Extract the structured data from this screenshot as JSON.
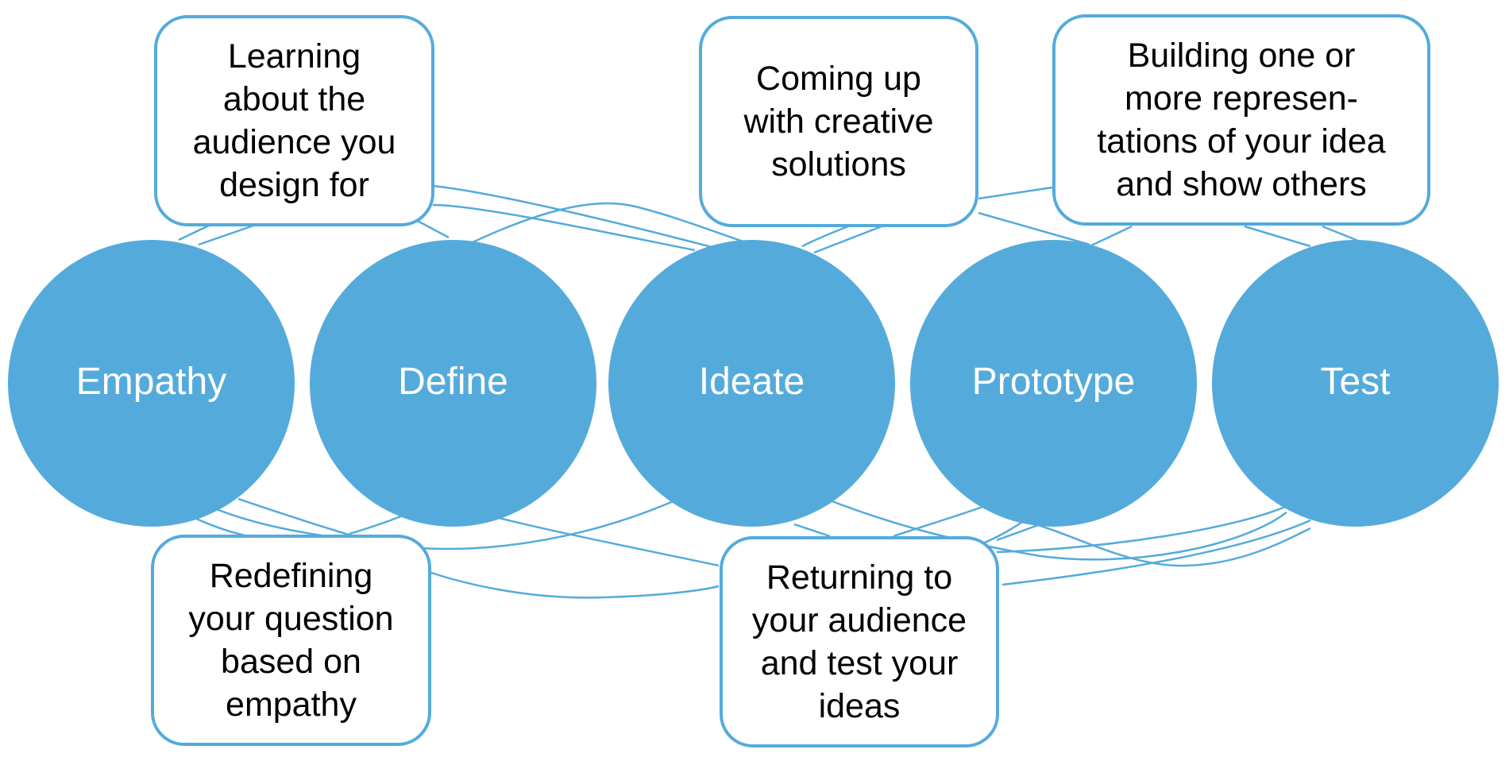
{
  "colors": {
    "accent": "#54ABDB",
    "text_on_accent": "#FFFFFF",
    "note_border": "#54ABDB",
    "note_text": "#000000"
  },
  "stages": [
    {
      "id": "empathy",
      "label": "Empathy"
    },
    {
      "id": "define",
      "label": "Define"
    },
    {
      "id": "ideate",
      "label": "Ideate"
    },
    {
      "id": "prototype",
      "label": "Prototype"
    },
    {
      "id": "test",
      "label": "Test"
    }
  ],
  "notes": [
    {
      "id": "empathy",
      "stage": "empathy",
      "lines": [
        "Learning",
        "about the",
        "audience you",
        "design for"
      ]
    },
    {
      "id": "define",
      "stage": "define",
      "lines": [
        "Redefining",
        "your question",
        "based on",
        "empathy"
      ]
    },
    {
      "id": "ideate",
      "stage": "ideate",
      "lines": [
        "Coming up",
        "with creative",
        "solutions"
      ]
    },
    {
      "id": "prototype",
      "stage": "prototype",
      "lines": [
        "Building one or",
        "more represen-",
        "tations of your idea",
        "and show others"
      ]
    },
    {
      "id": "test",
      "stage": "test",
      "lines": [
        "Returning to",
        "your audience",
        "and test your",
        "ideas"
      ]
    }
  ]
}
